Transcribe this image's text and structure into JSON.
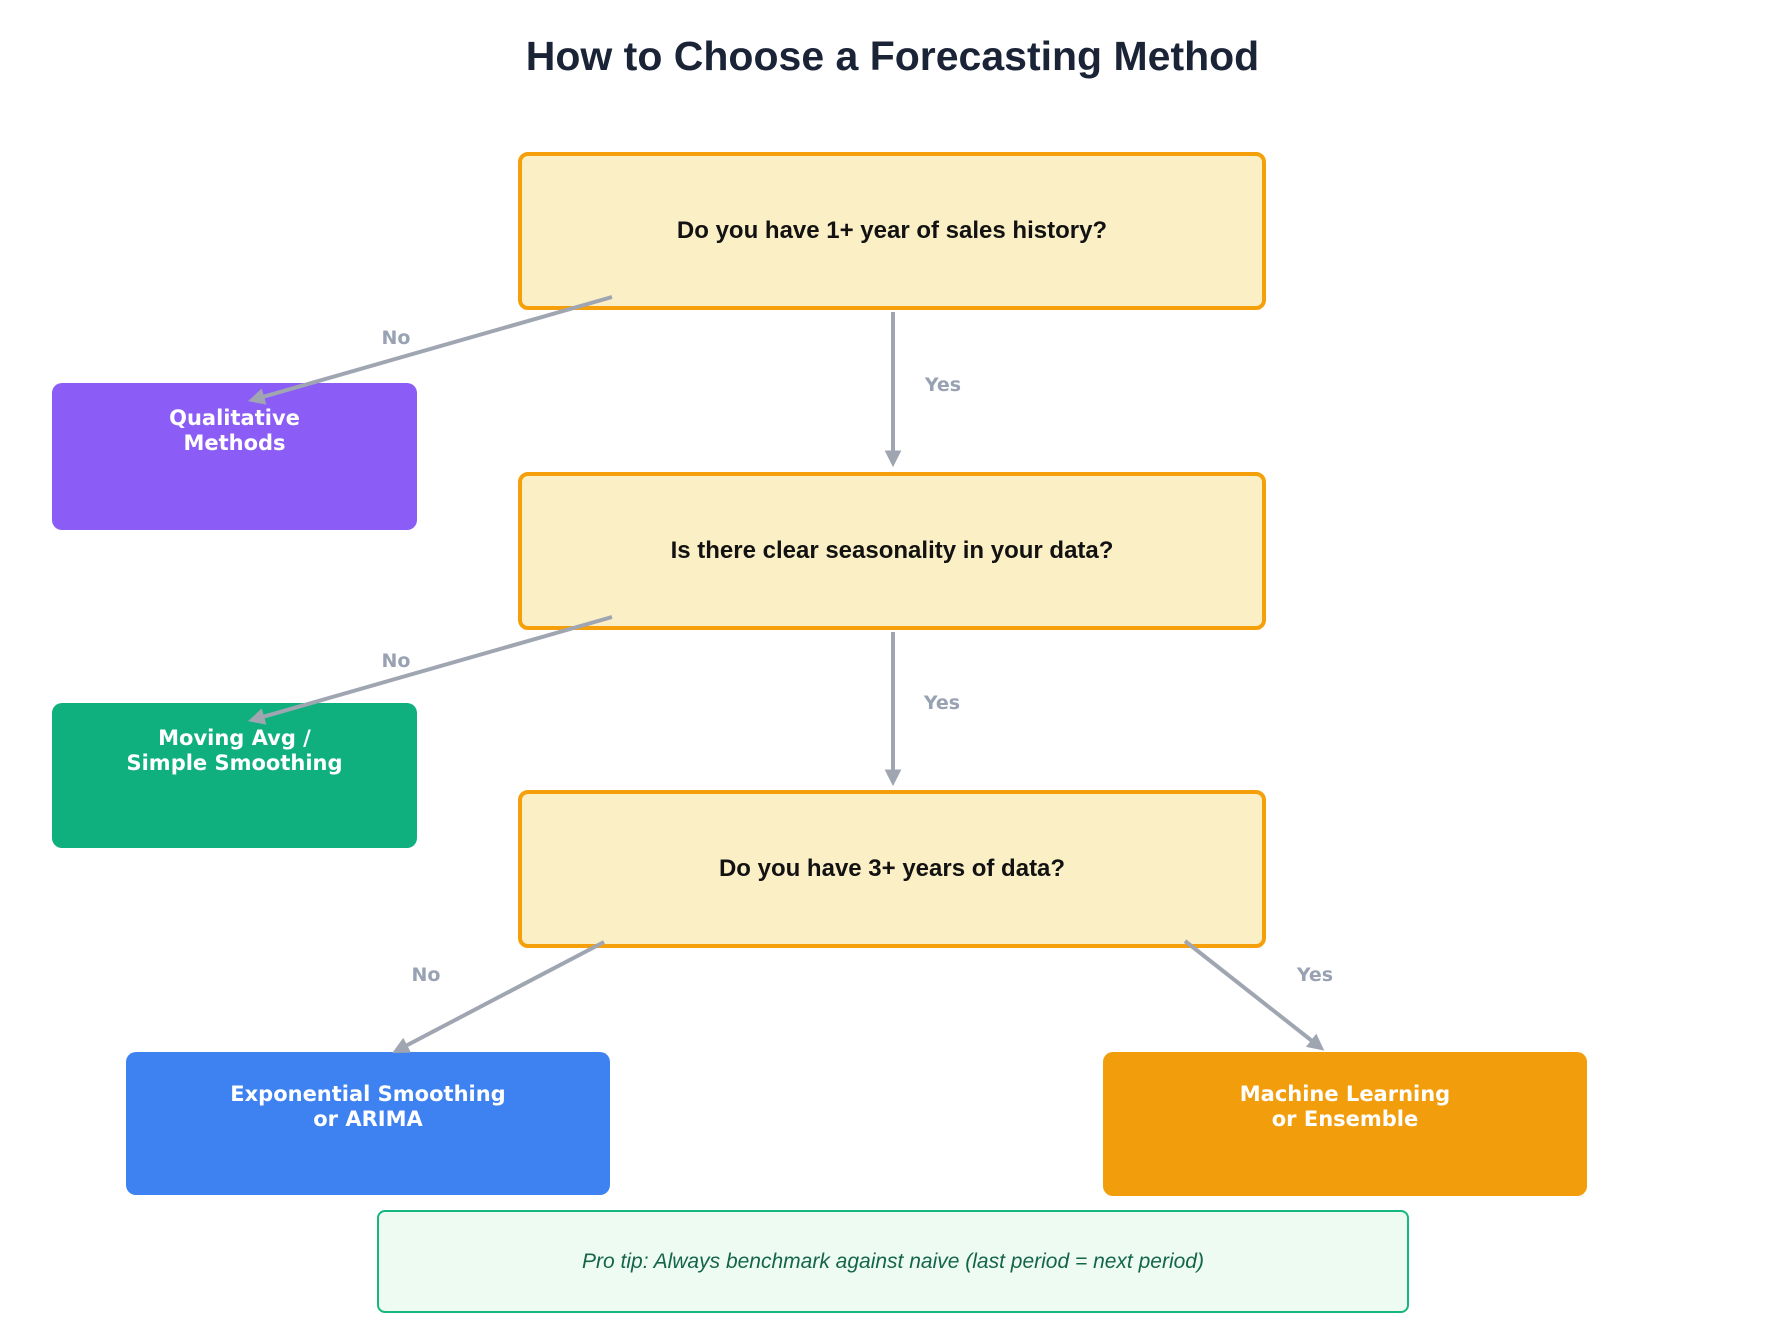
{
  "title": "How to Choose a Forecasting Method",
  "nodes": {
    "q1": {
      "label": "Do you have 1+ year of sales history?"
    },
    "q2": {
      "label": "Is there clear seasonality in your data?"
    },
    "q3": {
      "label": "Do you have 3+ years of data?"
    },
    "qualitative": {
      "line1": "Qualitative",
      "line2": "Methods",
      "color": "#8B5CF6"
    },
    "moving_avg": {
      "line1": "Moving Avg /",
      "line2": "Simple Smoothing",
      "color": "#10B07E"
    },
    "exp_smoothing": {
      "line1": "Exponential Smoothing",
      "line2": "or ARIMA",
      "color": "#3E82F2"
    },
    "machine_learning": {
      "line1": "Machine Learning",
      "line2": "or Ensemble",
      "color": "#F29D0B"
    }
  },
  "edges": {
    "q1_no": "No",
    "q1_yes": "Yes",
    "q2_no": "No",
    "q2_yes": "Yes",
    "q3_no": "No",
    "q3_yes": "Yes"
  },
  "protip": {
    "text": "Pro tip: Always benchmark against naive (last period = next period)"
  },
  "colors": {
    "decision_fill": "#FBEFC5",
    "decision_border": "#F5A00B",
    "arrow": "#9FA6B2",
    "edge_label_text": "#98A2B3",
    "title_text": "#1B2437",
    "protip_bg": "#EDFBF2",
    "protip_border": "#14B87E",
    "protip_text": "#14654B"
  }
}
